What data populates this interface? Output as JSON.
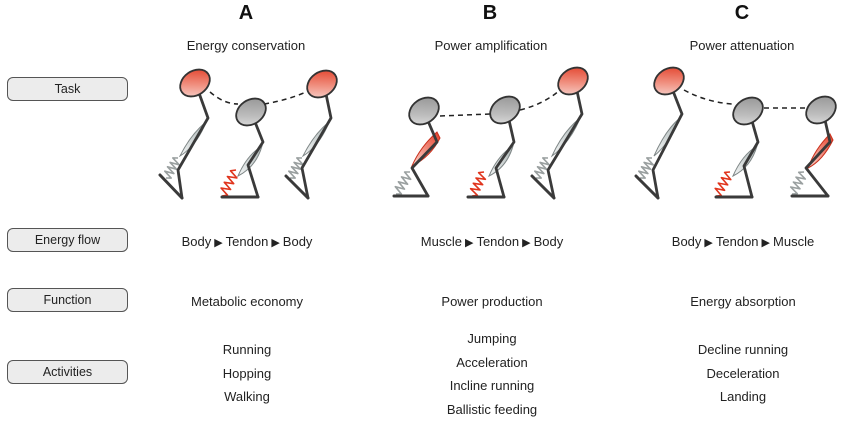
{
  "columns": [
    {
      "letter": "A",
      "title": "Energy conservation",
      "energy_flow": [
        "Body",
        "Tendon",
        "Body"
      ],
      "function": "Metabolic economy",
      "activities": [
        "Running",
        "Hopping",
        "Walking"
      ]
    },
    {
      "letter": "B",
      "title": "Power amplification",
      "energy_flow": [
        "Muscle",
        "Tendon",
        "Body"
      ],
      "function": "Power production",
      "activities": [
        "Jumping",
        "Acceleration",
        "Incline running",
        "Ballistic feeding"
      ]
    },
    {
      "letter": "C",
      "title": "Power attenuation",
      "energy_flow": [
        "Body",
        "Tendon",
        "Muscle"
      ],
      "function": "Energy absorption",
      "activities": [
        "Decline running",
        "Deceleration",
        "Landing"
      ]
    }
  ],
  "row_labels": {
    "task": "Task",
    "energy_flow": "Energy flow",
    "function": "Function",
    "activities": "Activities"
  },
  "arrow_glyph": "▶",
  "colors": {
    "active": "#e0341c",
    "passive": "#9aa0a0",
    "head_gray": "#9a9a9a",
    "outline": "#333333"
  }
}
